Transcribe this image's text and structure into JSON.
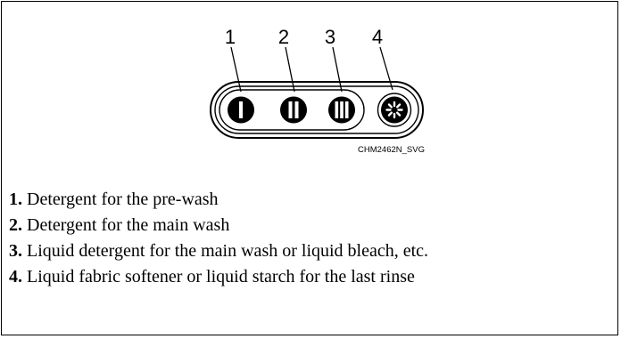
{
  "figure": {
    "id_label": "CHM2462N_SVG",
    "callouts": [
      {
        "number": "1",
        "symbol": "I"
      },
      {
        "number": "2",
        "symbol": "II"
      },
      {
        "number": "3",
        "symbol": "III"
      },
      {
        "number": "4",
        "symbol": "flower"
      }
    ]
  },
  "legend": [
    {
      "number": "1.",
      "text": "Detergent for the pre-wash"
    },
    {
      "number": "2.",
      "text": "Detergent for the main wash"
    },
    {
      "number": "3.",
      "text": "Liquid detergent for the main wash or liquid bleach, etc."
    },
    {
      "number": "4.",
      "text": "Liquid fabric softener or liquid starch for the last rinse"
    }
  ]
}
